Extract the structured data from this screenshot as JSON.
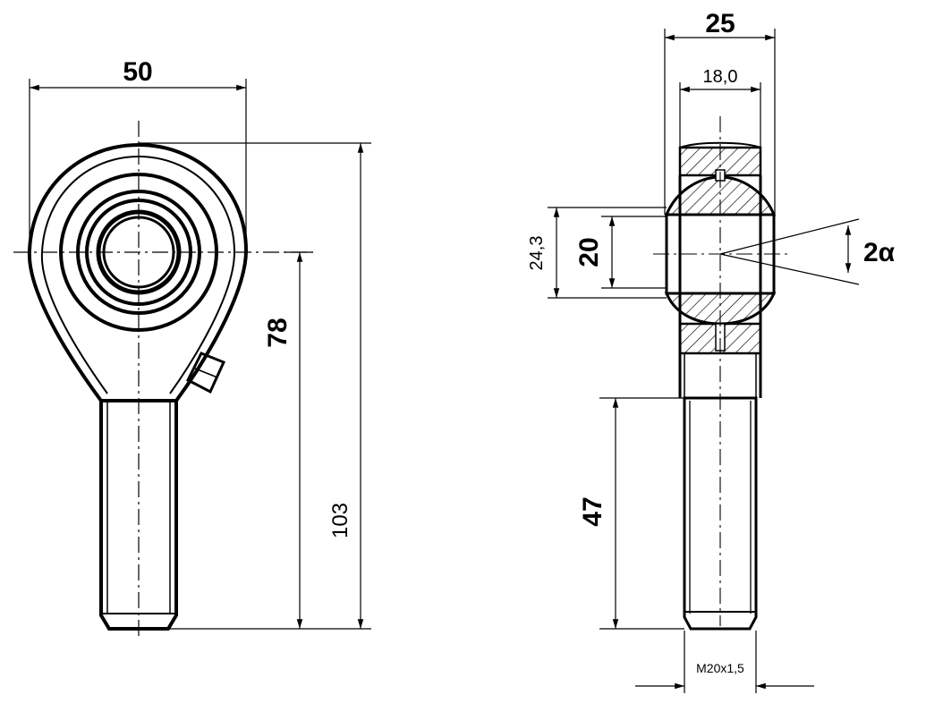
{
  "dimensions": {
    "width_total": "50",
    "height_center_to_end": "78",
    "height_total": "103",
    "ball_width": "25",
    "inner_ring_width": "18,0",
    "ball_diameter": "24,3",
    "bore": "20",
    "tilt_angle": "2α",
    "thread_length": "47",
    "thread": "M20x1,5"
  },
  "colors": {
    "line": "#000000",
    "background": "#ffffff"
  }
}
